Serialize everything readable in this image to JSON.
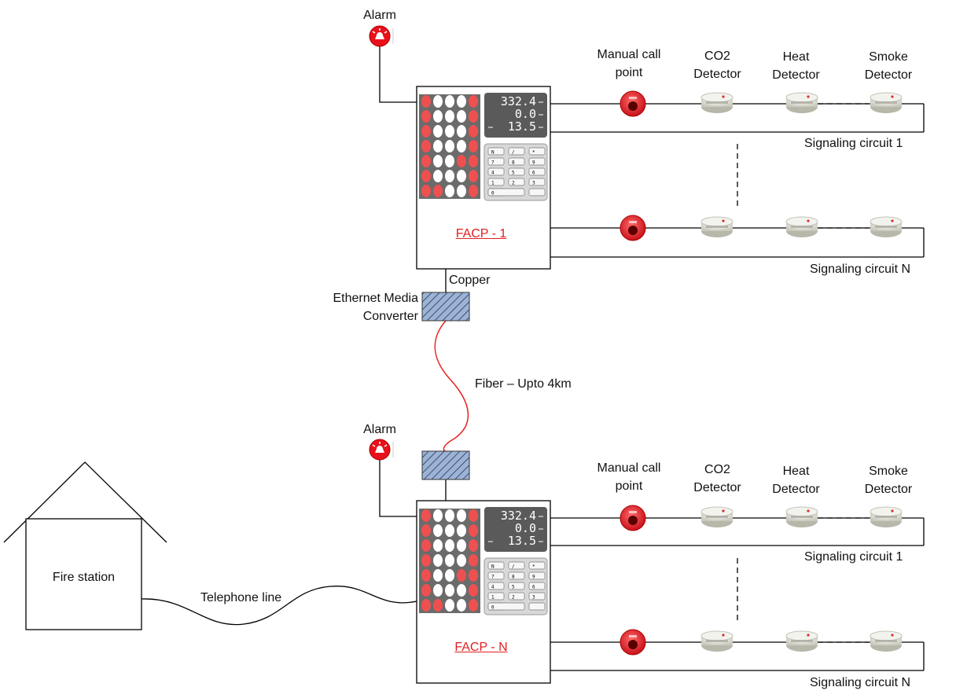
{
  "panel_top": {
    "alarm_label": "Alarm",
    "facp_label": "FACP - 1",
    "display": [
      "332.4",
      "0.0",
      "13.5"
    ],
    "keys": [
      "N",
      "/",
      "*",
      "7",
      "8",
      "9",
      "4",
      "5",
      "6",
      "1",
      "2",
      "3",
      "0"
    ],
    "circuit_first": "Signaling circuit 1",
    "circuit_last": "Signaling circuit N",
    "devices": {
      "manual_call": "Manual call\npoint",
      "co2": "CO2\nDetector",
      "heat": "Heat\nDetector",
      "smoke": "Smoke\nDetector"
    }
  },
  "panel_bottom": {
    "alarm_label": "Alarm",
    "facp_label": "FACP - N",
    "display": [
      "332.4",
      "0.0",
      "13.5"
    ],
    "keys": [
      "N",
      "/",
      "*",
      "7",
      "8",
      "9",
      "4",
      "5",
      "6",
      "1",
      "2",
      "3",
      "0"
    ],
    "circuit_first": "Signaling circuit 1",
    "circuit_last": "Signaling circuit N",
    "devices": {
      "manual_call": "Manual call\npoint",
      "co2": "CO2\nDetector",
      "heat": "Heat\nDetector",
      "smoke": "Smoke\nDetector"
    }
  },
  "links": {
    "copper": "Copper",
    "media_converter": "Ethernet Media\nConverter",
    "fiber": "Fiber – Upto 4km",
    "telephone": "Telephone line"
  },
  "fire_station": "Fire station",
  "colors": {
    "alarm_red": "#e8101a",
    "fiber_red": "#e81e1e",
    "converter_fill": "#9db3d6",
    "led_red": "#ee5050",
    "display_bg": "#5a5a5a",
    "panel_bg": "#6b6b6b"
  }
}
